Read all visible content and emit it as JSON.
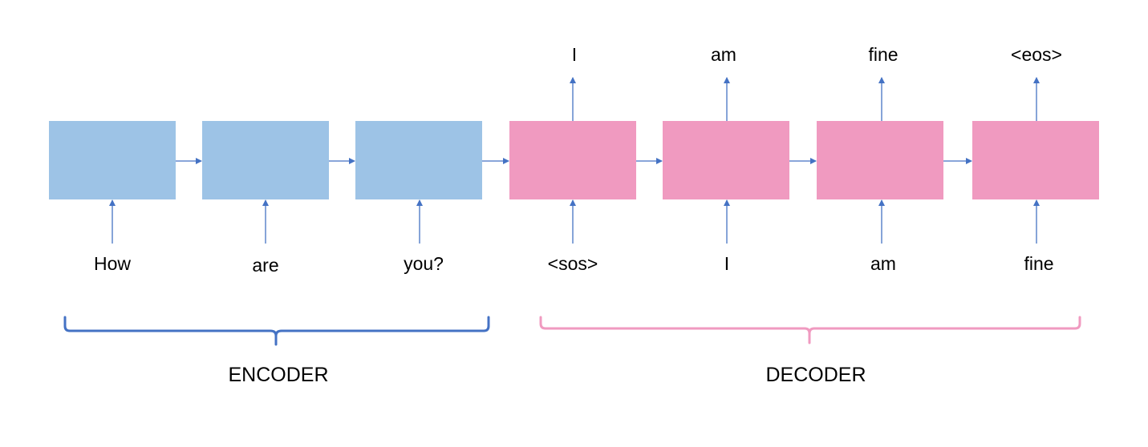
{
  "colors": {
    "encoder_box": "#9DC3E6",
    "decoder_box": "#F09AC0",
    "arrow": "#4472C4",
    "encoder_brace": "#4472C4",
    "decoder_brace": "#F09AC0"
  },
  "encoder": {
    "label": "ENCODER",
    "inputs": [
      "How",
      "are",
      "you?"
    ]
  },
  "decoder": {
    "label": "DECODER",
    "inputs": [
      "<sos>",
      "I",
      "am",
      "fine"
    ],
    "outputs": [
      "I",
      "am",
      "fine",
      "<eos>"
    ]
  }
}
